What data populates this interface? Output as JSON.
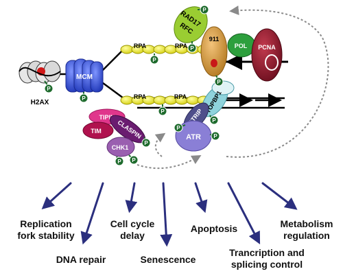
{
  "colors": {
    "arrow": "#2b2f7e",
    "dna_line": "#000000",
    "mcm": "#3550d6",
    "rpa": "#f2f21e",
    "rad17_rfc": "#9acd32",
    "ring_911": "#d49a3a",
    "pol": "#2d9f3d",
    "pcna": "#8b1a2a",
    "phospho": "#1e6b2d",
    "tipin": "#e0368c",
    "tim": "#b0124e",
    "claspin": "#6a1c70",
    "chk1": "#9a5fb0",
    "atrip": "#4e4e8a",
    "atr": "#8a7fd6",
    "topbp1": "#8fd3dc",
    "dotted": "#8a8a8a"
  },
  "labels": {
    "h2ax": "H2AX",
    "mcm": "MCM",
    "rpa": "RPA",
    "rad17": "RAD17",
    "rfc": "RFC",
    "ring_911": "911",
    "pol": "POL",
    "pcna": "PCNA",
    "tipin": "TIPIN",
    "tim": "TIM",
    "claspin": "CLASPIN",
    "chk1": "CHK1",
    "atrip": "ATRIP",
    "topbp1": "TOPBP1",
    "atr": "ATR",
    "phospho": "P"
  },
  "outcomes": {
    "replication": [
      "Replication",
      "fork stability"
    ],
    "dna_repair": "DNA repair",
    "cell_cycle": [
      "Cell cycle",
      "delay"
    ],
    "senescence": "Senescence",
    "apoptosis": "Apoptosis",
    "transcription": [
      "Trancription and",
      "splicing control"
    ],
    "metabolism": [
      "Metabolism",
      "regulation"
    ]
  }
}
